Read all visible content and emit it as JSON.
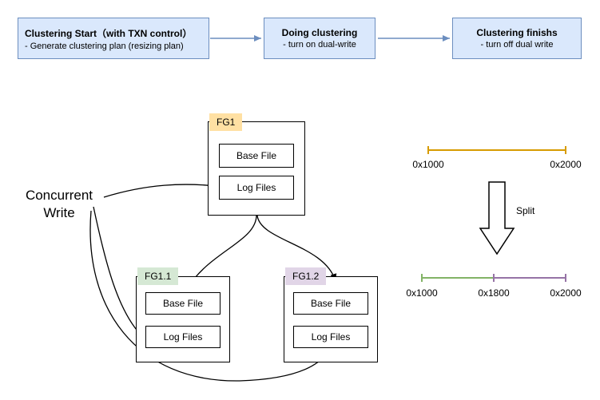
{
  "flow": {
    "steps": [
      {
        "title": "Clustering Start（with TXN control）",
        "subtitle": "- Generate clustering plan (resizing plan)"
      },
      {
        "title": "Doing clustering",
        "subtitle": "- turn on dual-write"
      },
      {
        "title": "Clustering finishs",
        "subtitle": "- turn off dual write"
      }
    ],
    "box_fill": "#DAE8FC",
    "box_border": "#6C8EBF"
  },
  "diagram": {
    "concurrent_write": "Concurrent Write",
    "groups": [
      {
        "name": "FG1",
        "label_color": "#FFE0A3",
        "files": [
          "Base File",
          "Log Files"
        ]
      },
      {
        "name": "FG1.1",
        "label_color": "#D5E8D4",
        "files": [
          "Base File",
          "Log Files"
        ]
      },
      {
        "name": "FG1.2",
        "label_color": "#E1D5E7",
        "files": [
          "Base File",
          "Log Files"
        ]
      }
    ]
  },
  "ranges": {
    "split_label": "Split",
    "top": {
      "color": "#D79B00",
      "start_label": "0x1000",
      "end_label": "0x2000"
    },
    "bottom": {
      "segments": [
        {
          "color": "#82B366",
          "start_label": "0x1000",
          "end_label": "0x1800"
        },
        {
          "color": "#9673A6",
          "start_label": "0x1800",
          "end_label": "0x2000"
        }
      ],
      "labels": [
        "0x1000",
        "0x1800",
        "0x2000"
      ]
    }
  }
}
